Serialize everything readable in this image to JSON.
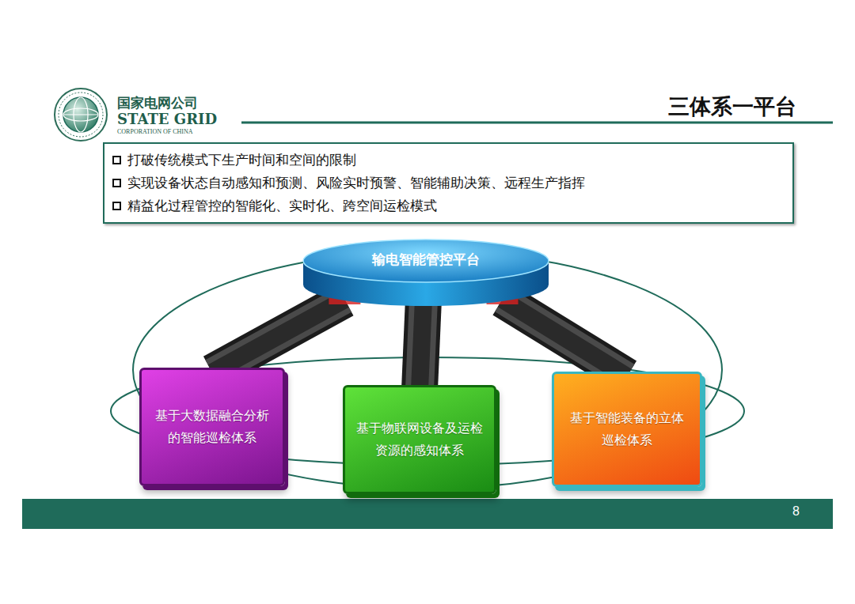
{
  "diagram": {
    "title": "三体系一平台",
    "nodes": [
      {
        "text": [
          "打破传统模式下生产时间和空间的限制",
          "实现设备状态自动感知和预测、风险实时预警、智能辅助决策、远程生产指挥",
          "精益化过程管控的智能化、实时化、跨空间运检模式"
        ]
      },
      {
        "text": [
          "输电智能管控平台"
        ]
      },
      {
        "text": [
          "基于大数据融合分析的智能巡检体系"
        ]
      },
      {
        "text": [
          "基于物联网设备及运检资源的感知体系"
        ]
      },
      {
        "text": [
          "基于智能装备的立体巡检体系"
        ]
      }
    ],
    "edges": [
      {
        "from": 1,
        "to": 2,
        "arrow": "none"
      },
      {
        "from": 1,
        "to": 3,
        "arrow": "none"
      },
      {
        "from": 1,
        "to": 4,
        "arrow": "none"
      }
    ],
    "labels": [
      "国家电网公司",
      "STATE GRID",
      "CORPORATION OF CHINA",
      "8"
    ]
  }
}
